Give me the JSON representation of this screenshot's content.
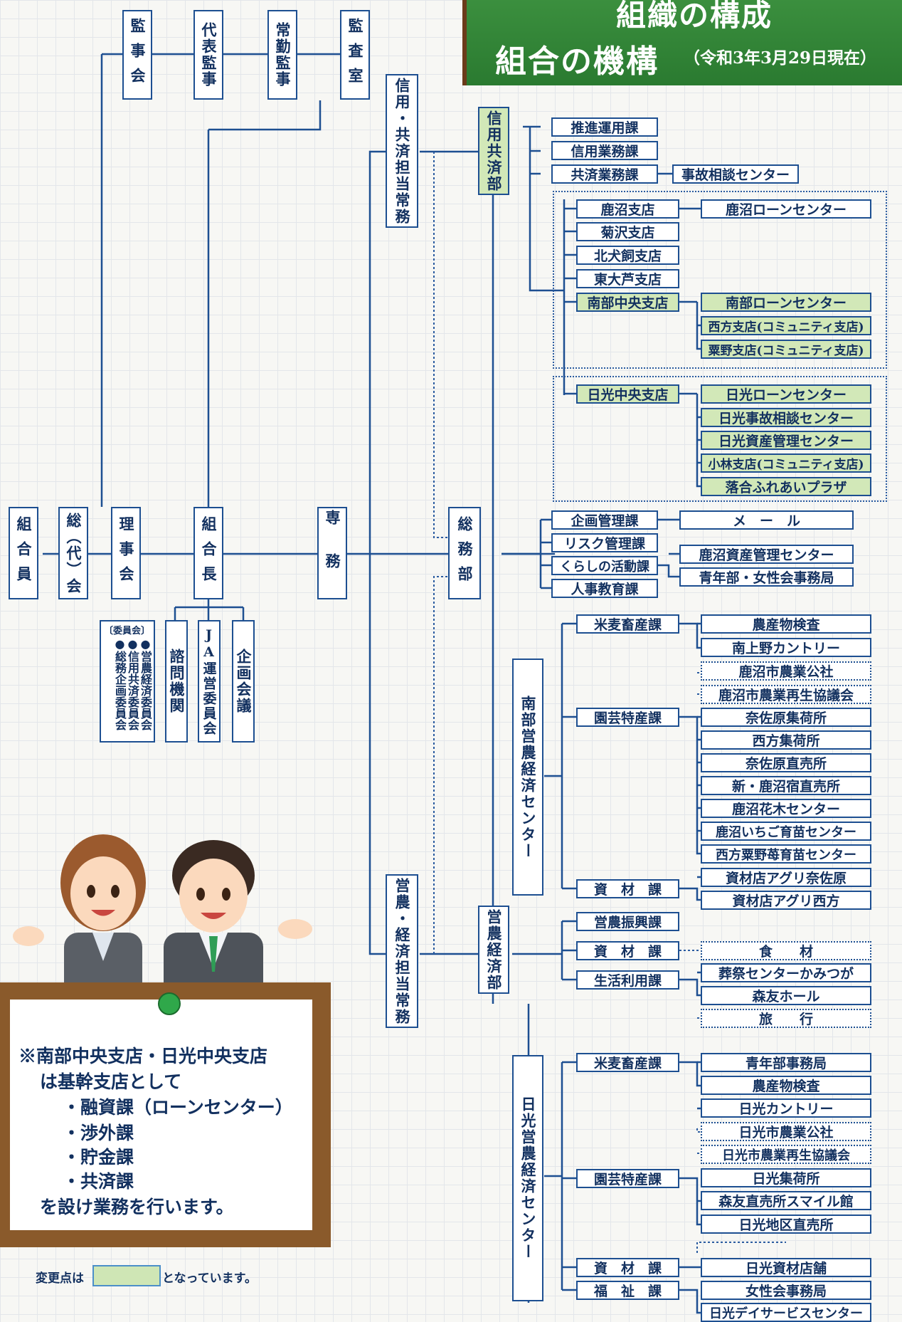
{
  "header": {
    "title_line1": "組織の構成",
    "title_line2": "組合の機構",
    "date_note": "（令和3年3月29日現在）"
  },
  "nodes": {
    "kumiaiin": "組合員",
    "sodai": "総（代）会",
    "rijikai": "理事会",
    "kumiaicho": "組合長",
    "senmu": "専務",
    "kanjikai": "監事会",
    "daihyo_kanji": "代表監事",
    "jokin_kanji": "常勤監事",
    "kansashitsu": "監査室",
    "shinyo_kyosai_tanto": "信用・共済担当常務",
    "einou_keizai_tanto": "営農・経済担当常務",
    "shinyo_kyosai_bu": "信用共済部",
    "somubu": "総務部",
    "einou_keizai_bu": "営農経済部",
    "nanbu_center": "南部営農経済センター",
    "nikko_center": "日光営農経済センター",
    "shimon": "諮問機関",
    "ja_unei": "JA運営委員会",
    "kikaku_kaigi": "企画会議"
  },
  "committee": {
    "header": "〔委員会〕",
    "items": [
      "●営農経済委員会",
      "●信用共済委員会",
      "●総務企画委員会"
    ]
  },
  "shinyo_sections": {
    "suishin": "推進運用課",
    "shinyo_gyomu": "信用業務課",
    "kyosai_gyomu": "共済業務課",
    "jiko": "事故相談センター"
  },
  "branches": {
    "kanuma": "鹿沼支店",
    "kanuma_loan": "鹿沼ローンセンター",
    "kikusawa": "菊沢支店",
    "kitainukai": "北犬飼支店",
    "higashiooashi": "東大芦支店",
    "nanbu_chuo": "南部中央支店",
    "nanbu_loan": "南部ローンセンター",
    "nishikata": "西方支店(コミュニティ支店)",
    "awano": "粟野支店(コミュニティ支店)",
    "nikko_chuo": "日光中央支店",
    "nikko_loan": "日光ローンセンター",
    "nikko_jiko": "日光事故相談センター",
    "nikko_shisan": "日光資産管理センター",
    "kobayashi": "小林支店(コミュニティ支店)",
    "ochiai": "落合ふれあいプラザ"
  },
  "somu_sections": {
    "kikaku": "企画管理課",
    "risk": "リスク管理課",
    "kurashi": "くらしの活動課",
    "jinji": "人事教育課",
    "mail": "メ　ー　ル",
    "kanuma_shisan": "鹿沼資産管理センター",
    "seinen": "青年部・女性会事務局"
  },
  "nanbu": {
    "beibaku": "米麦畜産課",
    "engei": "園芸特産課",
    "shizai": "資　材　課",
    "items_beibaku": [
      "農産物検査",
      "南上野カントリー",
      "鹿沼市農業公社",
      "鹿沼市農業再生協議会"
    ],
    "items_engei": [
      "奈佐原集荷所",
      "西方集荷所",
      "奈佐原直売所",
      "新・鹿沼宿直売所",
      "鹿沼花木センター",
      "鹿沼いちご育苗センター",
      "西方粟野苺育苗センター"
    ],
    "items_shizai": [
      "資材店アグリ奈佐原",
      "資材店アグリ西方"
    ]
  },
  "keizai": {
    "shinko": "営農振興課",
    "shizai": "資　材　課",
    "seikatsu": "生活利用課",
    "shokuzai": "食　　材",
    "sosai": "葬祭センターかみつが",
    "morito": "森友ホール",
    "ryoko": "旅　　行"
  },
  "nikko": {
    "beibaku": "米麦畜産課",
    "engei": "園芸特産課",
    "shizai": "資　材　課",
    "fukushi": "福　祉　課",
    "items_beibaku": [
      "青年部事務局",
      "農産物検査",
      "日光カントリー",
      "日光市農業公社",
      "日光市農業再生協議会"
    ],
    "items_engei": [
      "日光集荷所",
      "森友直売所スマイル館",
      "日光地区直売所"
    ],
    "shizai_item": "日光資材店舗",
    "fukushi_items": [
      "女性会事務局",
      "日光デイサービスセンター"
    ]
  },
  "note": {
    "line1": "※南部中央支店・日光中央支店",
    "line2": "は基幹支店として",
    "line3": "・融資課（ローンセンター）",
    "line4": "・渉外課",
    "line5": "・貯金課",
    "line6": "・共済課",
    "line7": "を設け業務を行います。"
  },
  "legend": {
    "prefix": "変更点は",
    "suffix": "となっています。"
  },
  "colors": {
    "line": "#1d4f91",
    "highlight": "#d2e8b8",
    "banner": "#2e7d32"
  }
}
